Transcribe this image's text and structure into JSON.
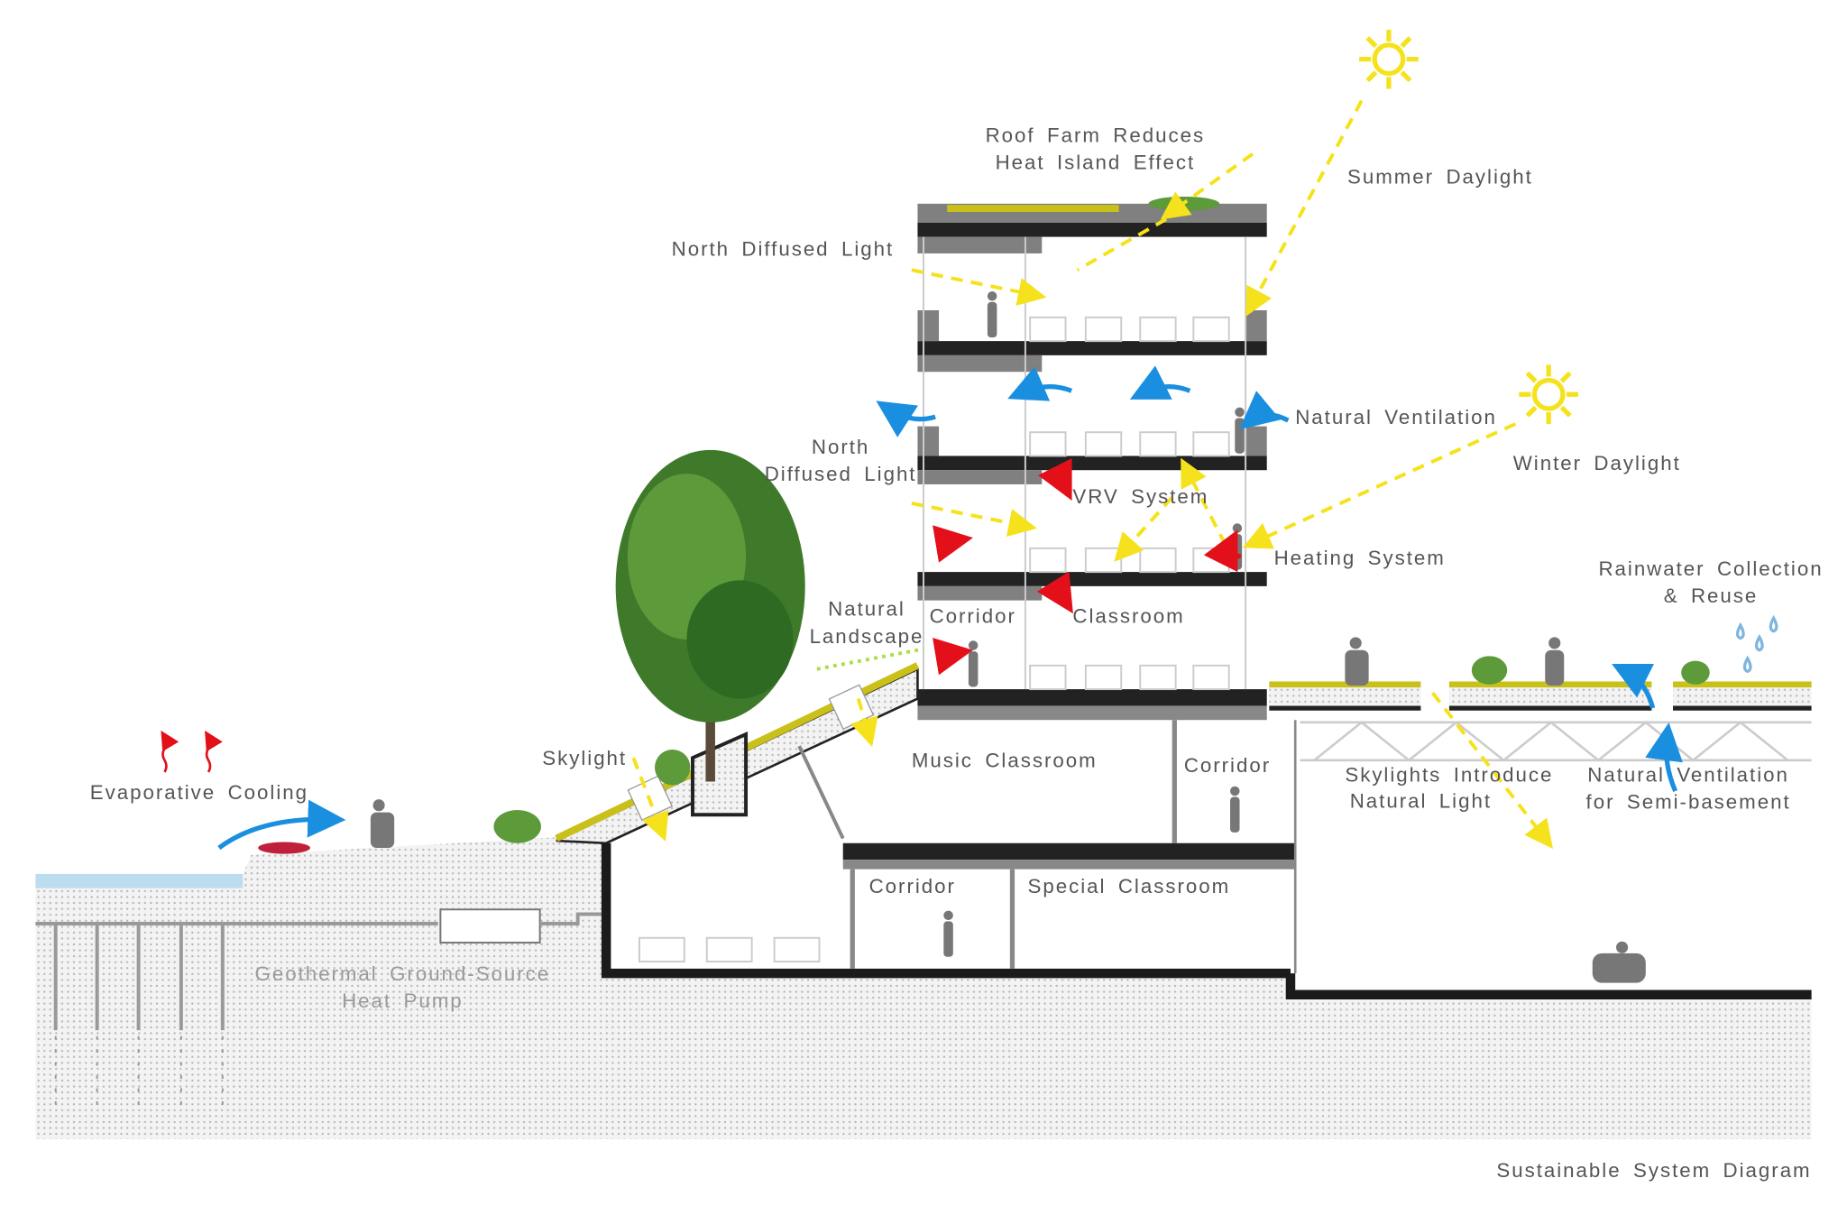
{
  "title": "Sustainable System Diagram",
  "colors": {
    "sunlight": "#f5e21c",
    "airflow": "#1a8fe0",
    "heat": "#e3101a",
    "water": "#bcdcef",
    "green": "#3f7a2a",
    "structure": "#222222",
    "wall": "#808080"
  },
  "icons": [
    "sun-icon",
    "tree-icon",
    "person-icon",
    "raindrop-icon",
    "airflow-arrow-icon",
    "heat-arrow-icon",
    "light-ray-icon"
  ],
  "labels": {
    "roof_farm_1": "Roof Farm Reduces",
    "roof_farm_2": "Heat Island Effect",
    "summer_daylight": "Summer Daylight",
    "north_diffused_light_top": "North Diffused Light",
    "natural_ventilation": "Natural Ventilation",
    "winter_daylight": "Winter Daylight",
    "north_diffused_1": "North",
    "north_diffused_2": "Diffused Light",
    "vrv_system": "VRV System",
    "heating_system": "Heating System",
    "rainwater_1": "Rainwater Collection",
    "rainwater_2": "& Reuse",
    "natural_landscape_1": "Natural",
    "natural_landscape_2": "Landscape",
    "corridor_upper": "Corridor",
    "classroom": "Classroom",
    "skylight": "Skylight",
    "music_classroom": "Music Classroom",
    "corridor_mid": "Corridor",
    "evaporative_cooling": "Evaporative Cooling",
    "skylights_1": "Skylights Introduce",
    "skylights_2": "Natural Light",
    "semi_vent_1": "Natural Ventilation",
    "semi_vent_2": "for Semi-basement",
    "corridor_lower": "Corridor",
    "special_classroom": "Special Classroom",
    "geothermal_1": "Geothermal Ground-Source",
    "geothermal_2": "Heat Pump"
  }
}
